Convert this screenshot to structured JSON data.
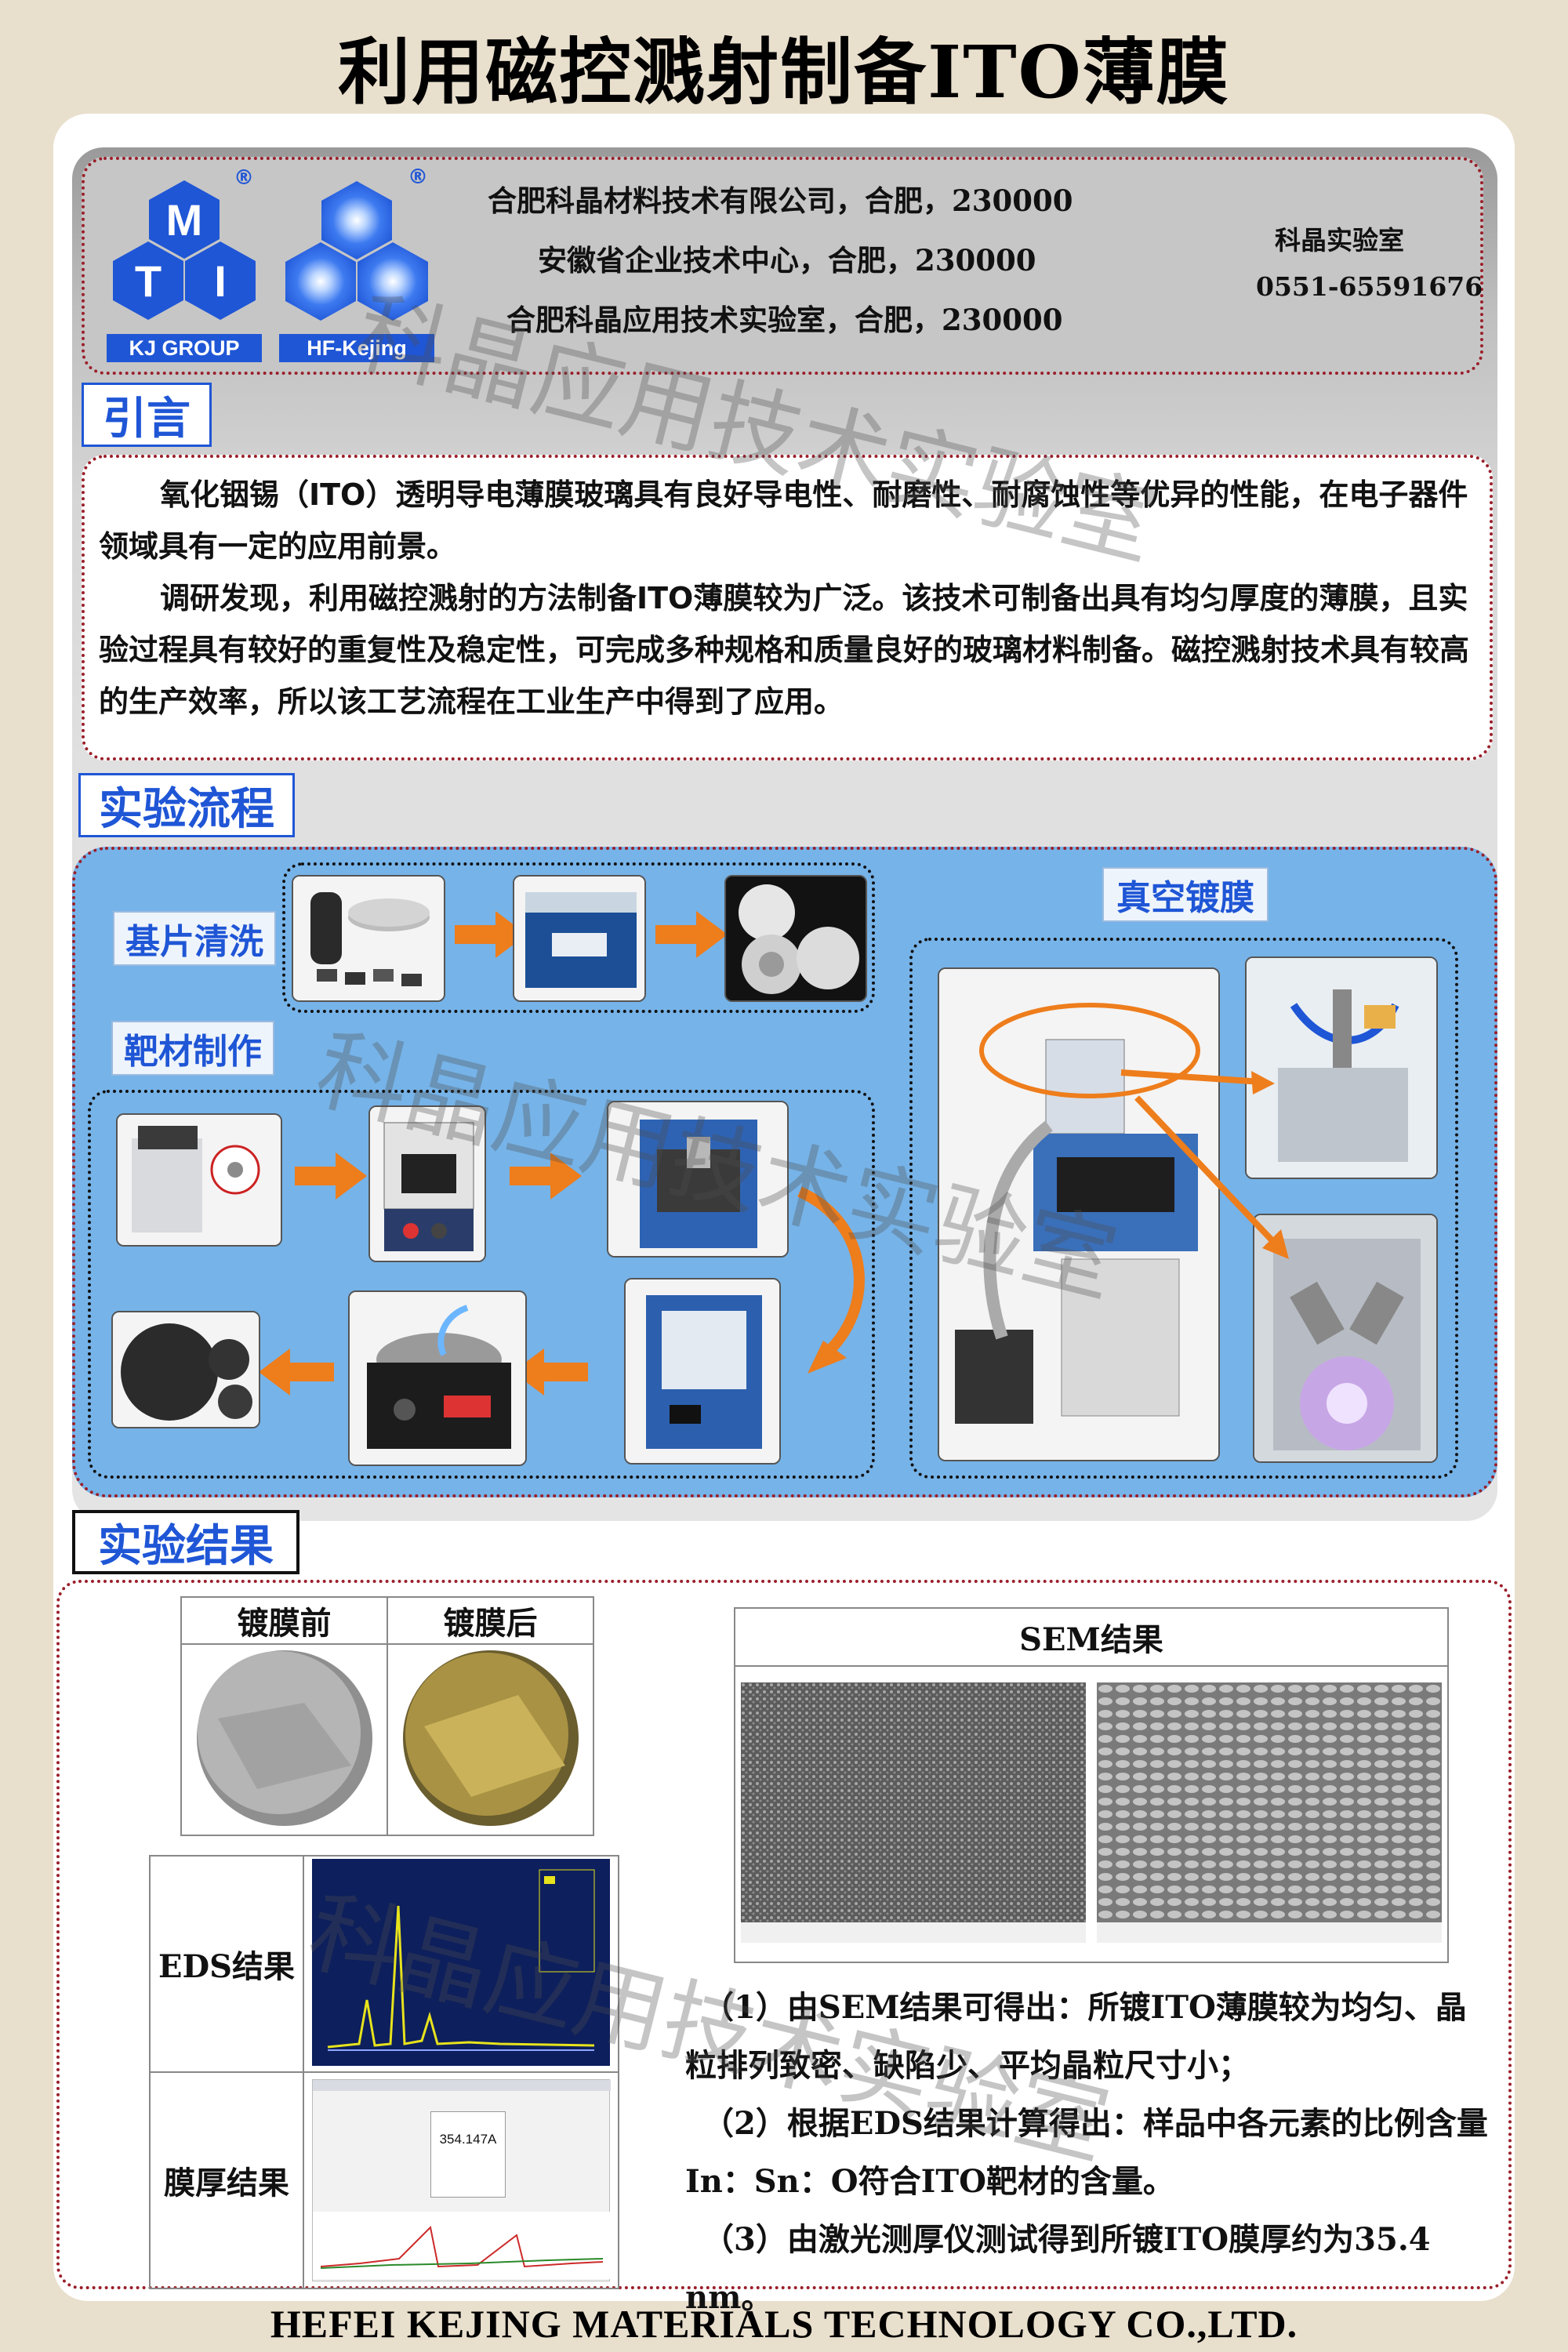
{
  "title": "利用磁控溅射制备ITO薄膜",
  "header": {
    "logo_left": {
      "letters": [
        "M",
        "T",
        "I"
      ],
      "caption": "KJ GROUP",
      "mark": "®"
    },
    "logo_right": {
      "caption": "HF-Kejing",
      "mark": "®"
    },
    "addresses": [
      "合肥科晶材料技术有限公司，合肥，230000",
      "安徽省企业技术中心，合肥，230000",
      "合肥科晶应用技术实验室，合肥，230000"
    ],
    "lab_name": "科晶实验室",
    "phone": "0551-65591676"
  },
  "intro": {
    "tag": "引言",
    "paragraphs": [
      "氧化铟锡（ITO）透明导电薄膜玻璃具有良好导电性、耐磨性、耐腐蚀性等优异的性能，在电子器件领域具有一定的应用前景。",
      "调研发现，利用磁控溅射的方法制备ITO薄膜较为广泛。该技术可制备出具有均匀厚度的薄膜，且实验过程具有较好的重复性及稳定性，可完成多种规格和质量良好的玻璃材料制备。磁控溅射技术具有较高的生产效率，所以该工艺流程在工业生产中得到了应用。"
    ]
  },
  "process": {
    "tag": "实验流程",
    "substrate_tag": "基片清洗",
    "target_tag": "靶材制作",
    "vacuum_tag": "真空镀膜"
  },
  "results": {
    "tag": "实验结果",
    "before_label": "镀膜前",
    "after_label": "镀膜后",
    "sem_title": "SEM结果",
    "eds_label": "EDS结果",
    "thickness_label": "膜厚结果",
    "thickness_value": "354.147A",
    "conclusions": [
      "（1）由SEM结果可得出：所镀ITO薄膜较为均匀、晶粒排列致密、缺陷少、平均晶粒尺寸小；",
      "（2）根据EDS结果计算得出：样品中各元素的比例含量In：Sn：O符合ITO靶材的含量。",
      "（3）由激光测厚仪测试得到所镀ITO膜厚约为35.4 nm。"
    ]
  },
  "watermark": "科晶应用技术实验室",
  "footer": "HEFEI KEJING MATERIALS TECHNOLOGY CO.,LTD.",
  "colors": {
    "accent_blue": "#1f56d6",
    "flow_blue": "#76b3e8",
    "arrow_orange": "#ee7d1c",
    "dotted_red": "#9a1f2a",
    "background": "#e9dfcd"
  }
}
